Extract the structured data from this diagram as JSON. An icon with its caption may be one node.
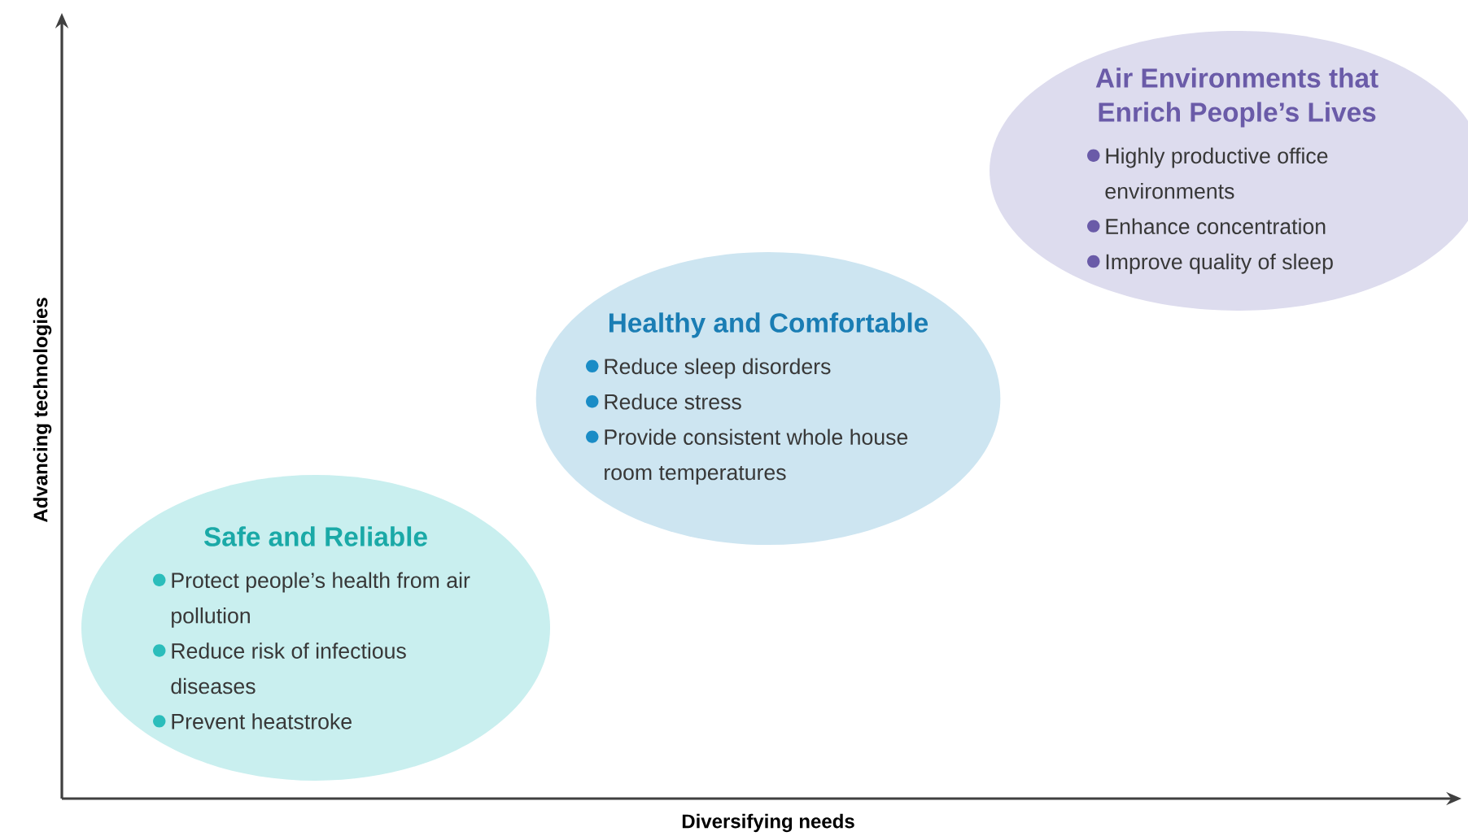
{
  "diagram": {
    "nodes": [
      {
        "text": [
          "Safe and Reliable",
          "Protect people’s health from air pollution",
          "Reduce risk of infectious diseases",
          "Prevent heatstroke"
        ]
      },
      {
        "text": [
          "Healthy and Comfortable",
          "Reduce sleep disorders",
          "Reduce stress",
          "Provide consistent whole house room temperatures"
        ]
      },
      {
        "text": [
          "Air Environments that Enrich People’s Lives",
          "Highly productive office environments",
          "Enhance concentration",
          "Improve quality of sleep"
        ]
      }
    ],
    "labels": [
      "Advancing technologies",
      "Diversifying needs"
    ]
  }
}
